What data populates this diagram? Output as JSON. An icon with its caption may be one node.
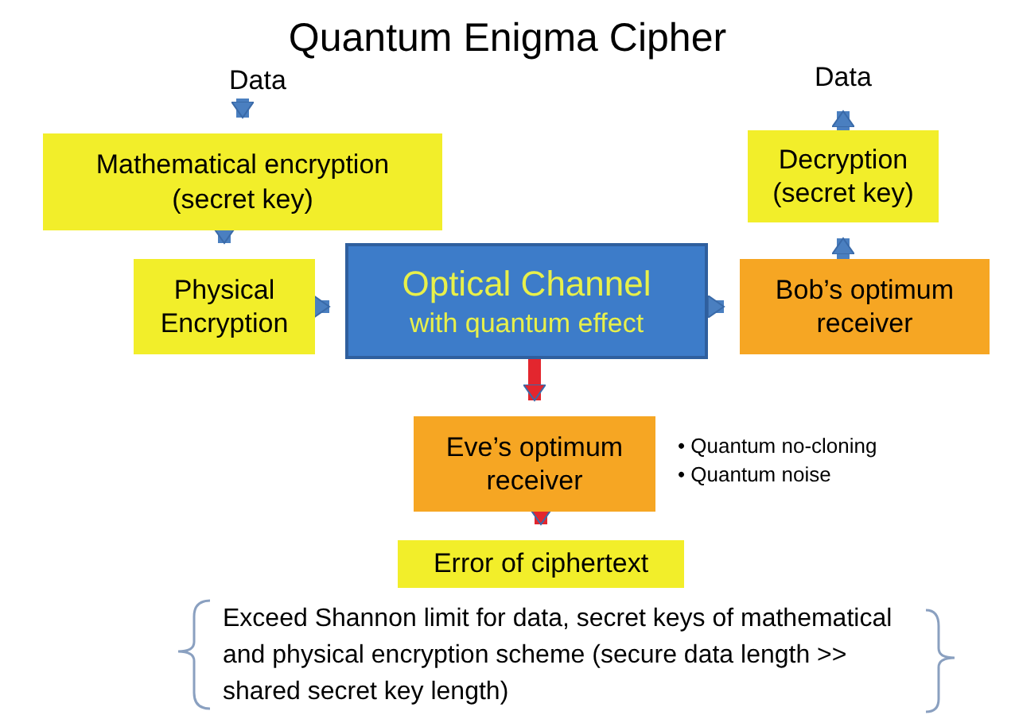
{
  "diagram": {
    "title": "Quantum Enigma Cipher",
    "nodes": [
      {
        "text": [
          "Data"
        ]
      },
      {
        "text": [
          "Mathematical encryption (secret key)"
        ]
      },
      {
        "text": [
          "Physical Encryption"
        ]
      },
      {
        "text": [
          "Optical Channel",
          "with quantum effect"
        ]
      },
      {
        "text": [
          "Bob’s optimum receiver"
        ]
      },
      {
        "text": [
          "Decryption (secret key)"
        ]
      },
      {
        "text": [
          "Data"
        ]
      },
      {
        "text": [
          "Eve’s optimum receiver"
        ],
        "beside": [
          "• Quantum no-cloning",
          "• Quantum noise"
        ]
      },
      {
        "text": [
          "Error of ciphertext"
        ]
      }
    ],
    "edges": [
      {
        "from": 0,
        "to": 1,
        "arrow": "to"
      },
      {
        "from": 1,
        "to": 2,
        "arrow": "to"
      },
      {
        "from": 2,
        "to": 3,
        "arrow": "to"
      },
      {
        "from": 3,
        "to": 4,
        "arrow": "to"
      },
      {
        "from": 4,
        "to": 5,
        "arrow": "to"
      },
      {
        "from": 5,
        "to": 6,
        "arrow": "to"
      },
      {
        "from": 3,
        "to": 7,
        "arrow": "to",
        "color": "#e3262e"
      },
      {
        "from": 7,
        "to": 8,
        "arrow": "to",
        "color": "#e3262e"
      }
    ],
    "labels": [
      "Exceed Shannon limit for data, secret keys of mathematical and physical encryption scheme (secure data length >> shared secret key length)"
    ]
  }
}
